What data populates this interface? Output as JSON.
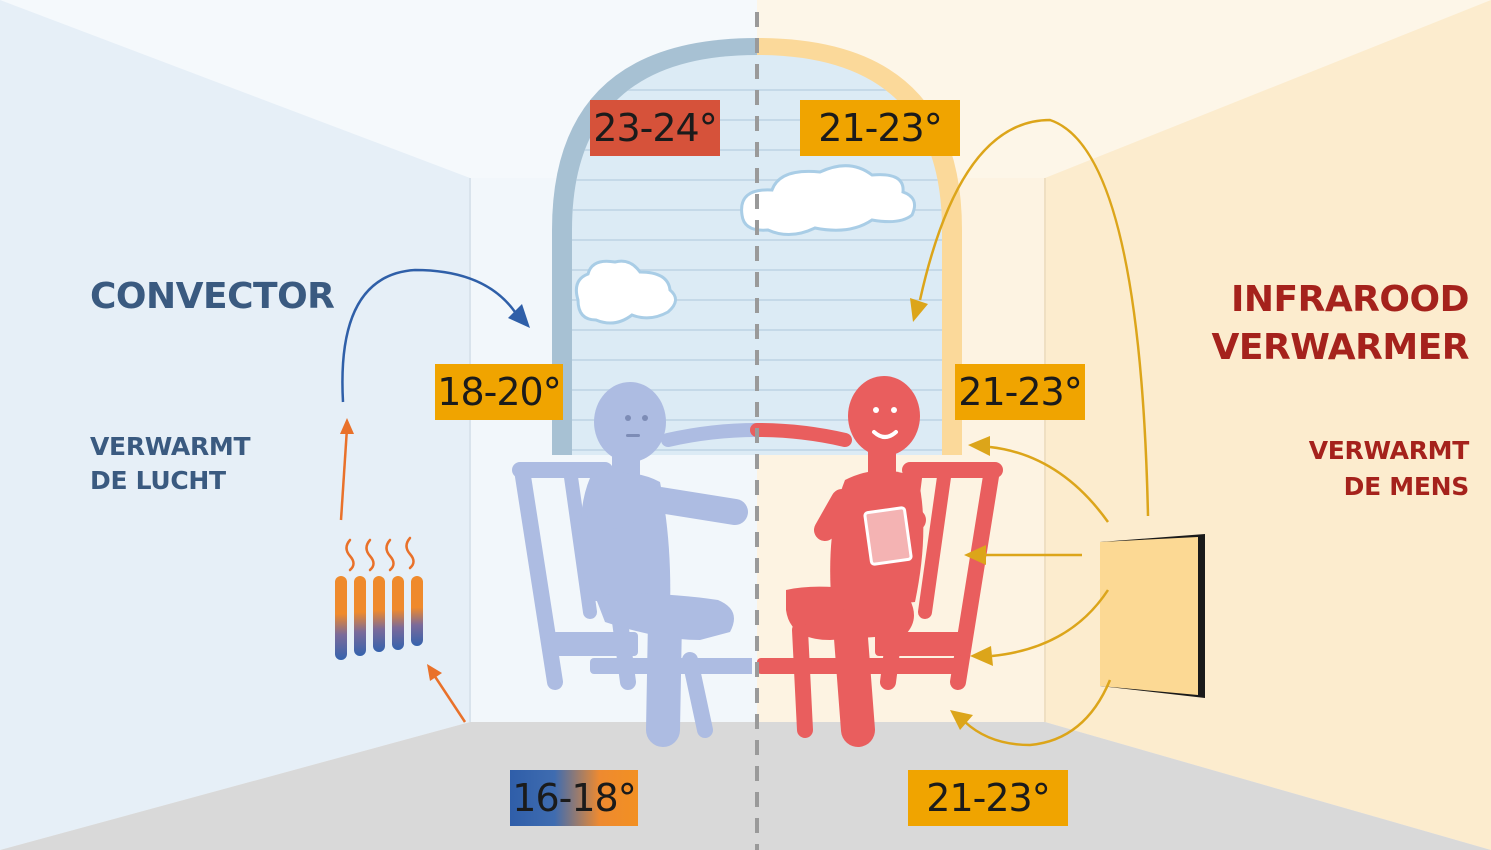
{
  "left": {
    "title": "CONVECTOR",
    "subtitle_line1": "VERWARMT",
    "subtitle_line2": "DE LUCHT",
    "temps": {
      "ceiling": "23-24°",
      "middle": "18-20°",
      "floor": "16-18°"
    }
  },
  "right": {
    "title_line1": "INFRAROOD",
    "title_line2": "VERWARMER",
    "subtitle_line1": "VERWARMT",
    "subtitle_line2": "DE MENS",
    "temps": {
      "ceiling": "21-23°",
      "middle": "21-23°",
      "floor": "21-23°"
    }
  },
  "colors": {
    "left_wall": "#e8f1f8",
    "right_wall": "#fdf0d6",
    "floor": "#d9d9d9",
    "person_left": "#adbce2",
    "person_right": "#e95e5e",
    "arrow_blue": "#2f5fa8",
    "arrow_orange": "#e9712a",
    "arrow_yellow": "#dca51a",
    "heading_left": "#3a5a80",
    "heading_right": "#a5221c"
  }
}
